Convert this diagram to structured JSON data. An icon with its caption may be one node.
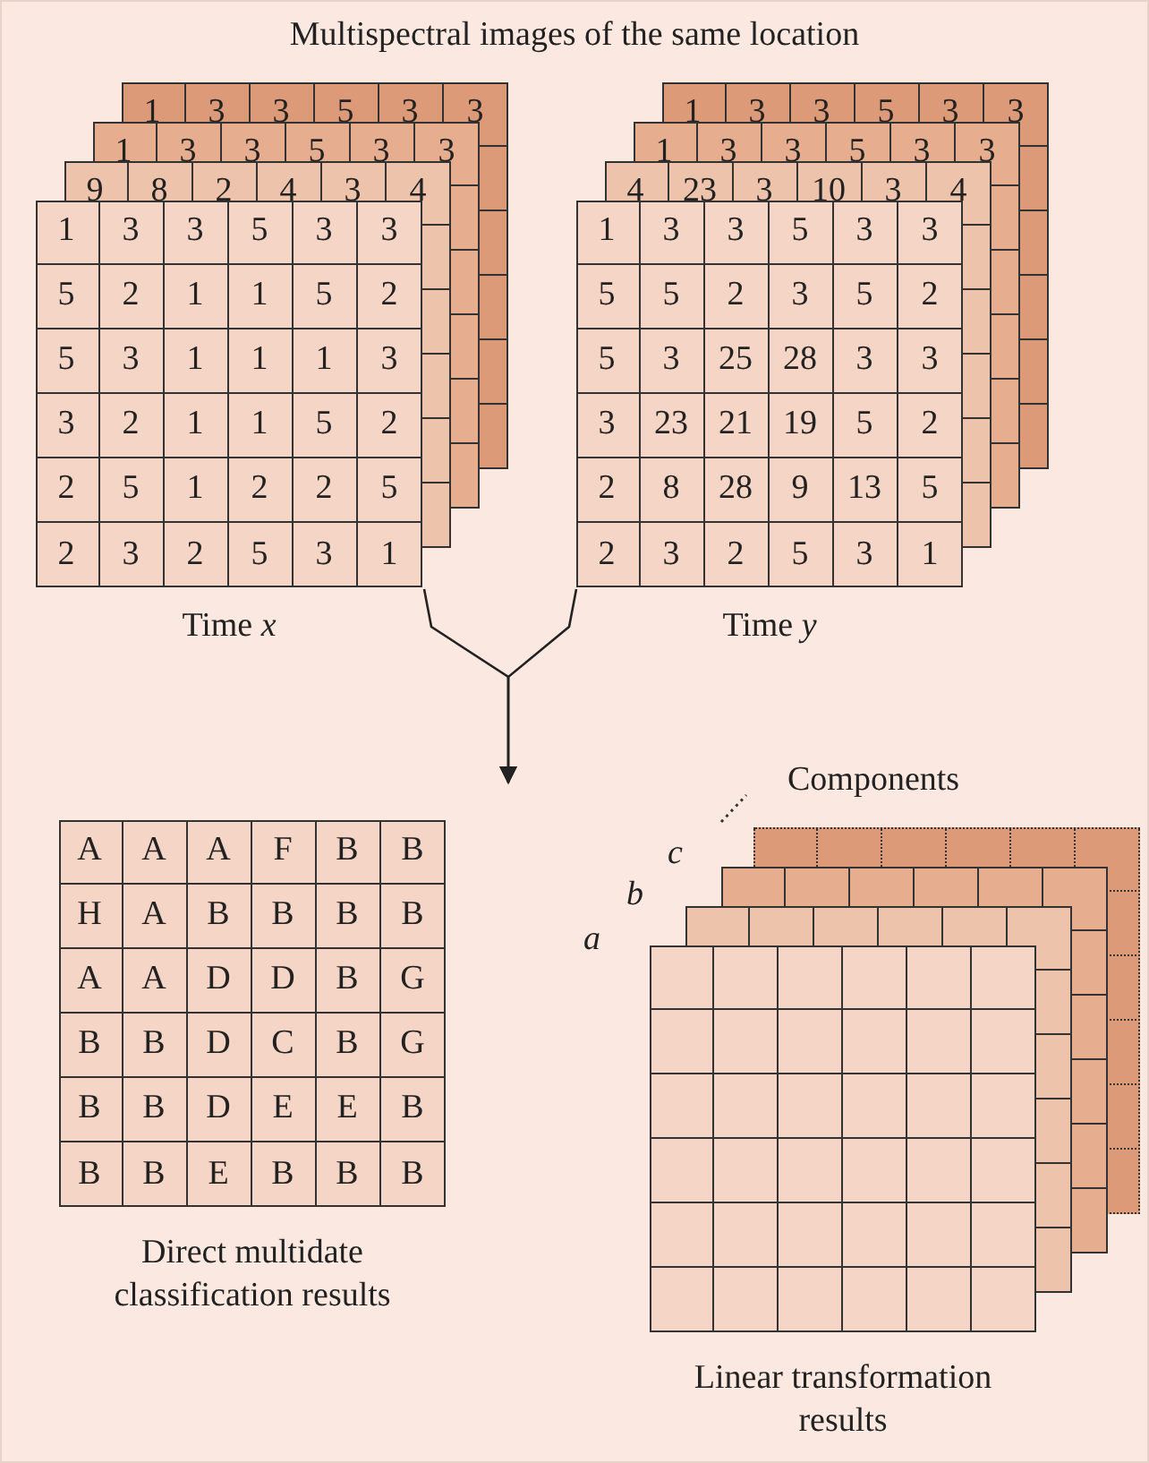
{
  "diagram": {
    "title": "Multispectral images of the same location",
    "nodes": [
      {
        "text": [],
        "shape": "box",
        "beside": [
          "Time *x*"
        ]
      },
      {
        "text": [],
        "shape": "box",
        "beside": [
          "Time *y*"
        ]
      },
      {
        "text": [],
        "shape": "box",
        "beside": [
          "Direct multidate classification results"
        ]
      },
      {
        "text": [],
        "shape": "box",
        "beside": [
          "Linear transformation results"
        ]
      }
    ],
    "edges": [
      {
        "from": 0,
        "to": null,
        "arrow": "to"
      },
      {
        "from": 1,
        "to": null,
        "arrow": "to"
      }
    ],
    "labels": [
      "1",
      "3",
      "3",
      "5",
      "3",
      "3",
      "1",
      "3",
      "3",
      "5",
      "3",
      "3",
      "9",
      "8",
      "2",
      "4",
      "3",
      "4",
      "1",
      "3",
      "3",
      "5",
      "3",
      "3",
      "5",
      "2",
      "1",
      "1",
      "5",
      "2",
      "5",
      "3",
      "1",
      "1",
      "1",
      "3",
      "3",
      "2",
      "1",
      "1",
      "5",
      "2",
      "2",
      "5",
      "1",
      "2",
      "2",
      "5",
      "2",
      "3",
      "2",
      "5",
      "3",
      "1",
      "1",
      "3",
      "3",
      "5",
      "3",
      "3",
      "1",
      "3",
      "3",
      "5",
      "3",
      "3",
      "4",
      "23",
      "3",
      "10",
      "3",
      "4",
      "1",
      "3",
      "3",
      "5",
      "3",
      "3",
      "5",
      "5",
      "2",
      "3",
      "5",
      "2",
      "5",
      "3",
      "25",
      "28",
      "3",
      "3",
      "3",
      "23",
      "21",
      "19",
      "5",
      "2",
      "2",
      "8",
      "28",
      "9",
      "13",
      "5",
      "2",
      "3",
      "2",
      "5",
      "3",
      "1",
      "A",
      "A",
      "A",
      "F",
      "B",
      "B",
      "H",
      "A",
      "B",
      "B",
      "B",
      "B",
      "A",
      "A",
      "D",
      "D",
      "B",
      "G",
      "B",
      "B",
      "D",
      "C",
      "B",
      "G",
      "B",
      "B",
      "D",
      "E",
      "E",
      "B",
      "B",
      "B",
      "E",
      "B",
      "B",
      "B",
      "Components",
      "c",
      "b",
      "a"
    ]
  }
}
